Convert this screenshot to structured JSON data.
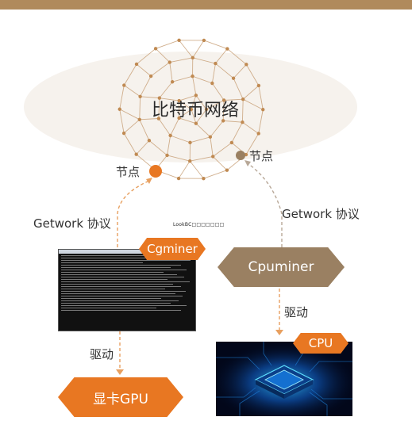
{
  "globe": {
    "title": "比特币网络"
  },
  "nodes": {
    "left_label": "节点",
    "right_label": "节点"
  },
  "protocols": {
    "left_label": "Getwork 协议",
    "right_label": "Getwork 协议"
  },
  "miners": {
    "left_label": "Cgminer",
    "right_label": "Cpuminer"
  },
  "drivers": {
    "left_label": "驱动",
    "right_label": "驱动"
  },
  "hardware": {
    "gpu_label": "显卡GPU",
    "cpu_label": "CPU"
  },
  "note": "LookBC□□□□□□□",
  "colors": {
    "accent_orange": "#e87722",
    "accent_brown": "#9a8062",
    "node_orange": "#e87722",
    "node_brown": "#9a8062",
    "globe_lines": "#c9a27a"
  },
  "icons": {
    "terminal": "terminal-screenshot-icon",
    "chip": "cpu-chip-icon"
  }
}
